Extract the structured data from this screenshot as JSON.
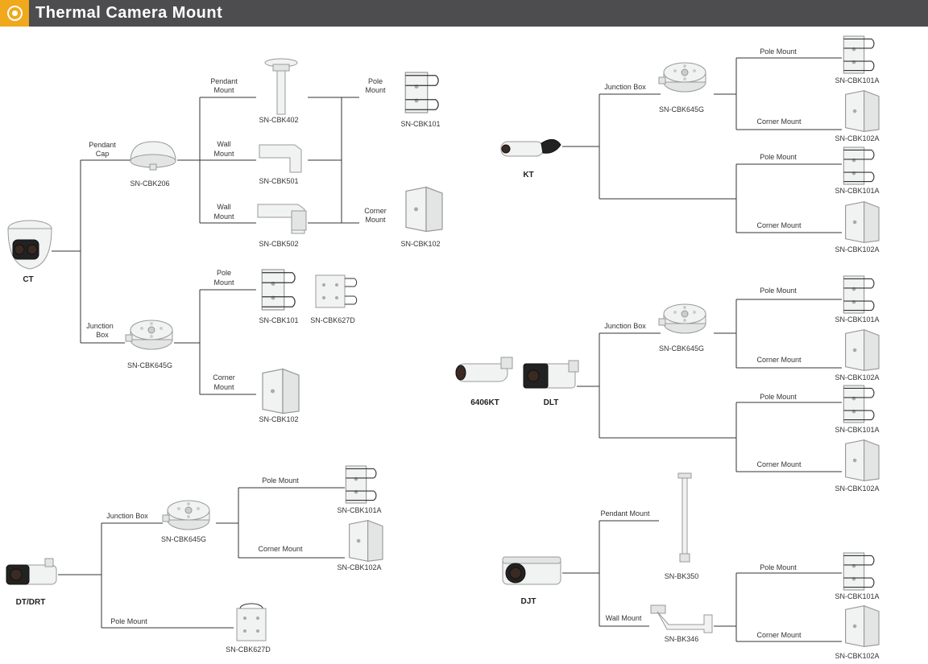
{
  "header": {
    "title": "Thermal Camera Mount"
  },
  "cameras": {
    "ct": "CT",
    "kt": "KT",
    "k6406": "6406KT",
    "dlt": "DLT",
    "dt": "DT/DRT",
    "djt": "DJT"
  },
  "labels": {
    "pendant_cap_1": "Pendant",
    "pendant_cap_2": "Cap",
    "pendant_mount_1": "Pendant",
    "pendant_mount_2": "Mount",
    "wall_1": "Wall",
    "wall_2": "Mount",
    "pole_1": "Pole",
    "pole_2": "Mount",
    "corner_1": "Corner",
    "corner_2": "Mount",
    "junction_1": "Junction",
    "junction_2": "Box",
    "junction_box": "Junction  Box",
    "pole_mount": "Pole Mount",
    "corner_mount": "Corner Mount",
    "pendant_mount": "Pendant  Mount",
    "wall_mount": "Wall Mount"
  },
  "codes": {
    "cbk206": "SN-CBK206",
    "cbk402": "SN-CBK402",
    "cbk501": "SN-CBK501",
    "cbk502": "SN-CBK502",
    "cbk101": "SN-CBK101",
    "cbk102": "SN-CBK102",
    "cbk627d": "SN-CBK627D",
    "cbk645g": "SN-CBK645G",
    "cbk101a": "SN-CBK101A",
    "cbk102a": "SN-CBK102A",
    "bk350": "SN-BK350",
    "bk346": "SN-BK346"
  }
}
